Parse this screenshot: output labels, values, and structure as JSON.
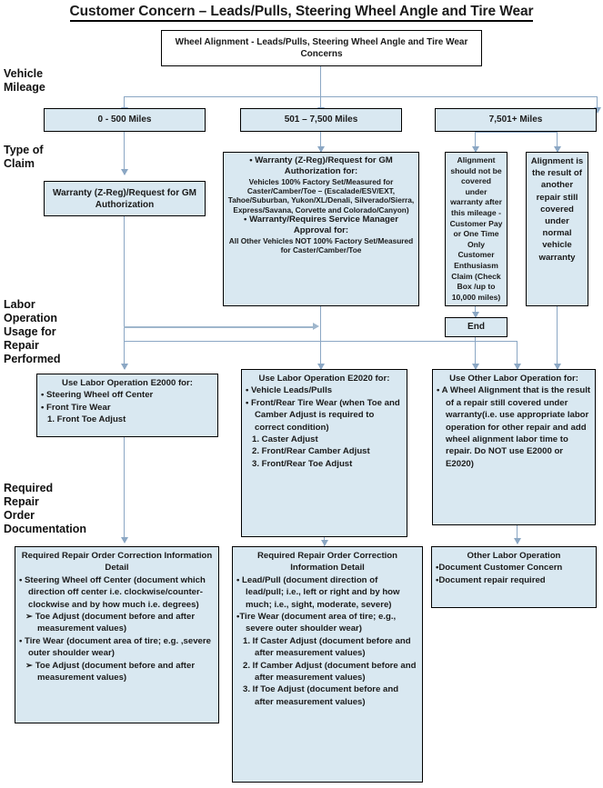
{
  "page": {
    "title": "Customer Concern – Leads/Pulls, Steering Wheel Angle and Tire Wear",
    "accent_box_fill": "#d9e8f1",
    "connector_color": "#8ba7c4"
  },
  "row_labels": {
    "vehicle_mileage": "Vehicle\nMileage",
    "type_of_claim": "Type of\nClaim",
    "labor_operation": "Labor\nOperation\nUsage for\nRepair\nPerformed",
    "required_documentation": "Required\nRepair\nOrder\nDocumentation"
  },
  "start_box": {
    "text": "Wheel Alignment - Leads/Pulls, Steering Wheel Angle and Tire Wear Concerns"
  },
  "mileage": {
    "low": "0 - 500 Miles",
    "mid": "501 – 7,500 Miles",
    "high": "7,501+ Miles"
  },
  "claim": {
    "low": "Warranty (Z-Reg)/Request for GM  Authorization",
    "mid": {
      "bullet1": "• Warranty (Z-Reg)/Request for GM Authorization for:",
      "detail1": "Vehicles 100% Factory Set/Measured for Caster/Camber/Toe – (Escalade/ESV/EXT, Tahoe/Suburban, Yukon/XL/Denali, Silverado/Sierra, Express/Savana,  Corvette and Colorado/Canyon)",
      "bullet2": "• Warranty/Requires Service Manager Approval for:",
      "detail2": "All Other Vehicles NOT 100% Factory Set/Measured for Caster/Camber/Toe"
    },
    "high_a": "Alignment should not be covered under warranty after this mileage - Customer Pay or  One Time Only Customer Enthusiasm Claim (Check Box /up to 10,000 miles)",
    "high_b": "Alignment is the result of another repair still covered under normal vehicle warranty",
    "end": "End"
  },
  "labor": {
    "e2000": {
      "heading": "Use Labor Operation E2000 for:",
      "items": [
        "• Steering Wheel off Center",
        "• Front Tire Wear",
        "1.    Front Toe Adjust"
      ]
    },
    "e2020": {
      "heading": "Use Labor Operation E2020 for:",
      "items": [
        "• Vehicle Leads/Pulls",
        "• Front/Rear Tire Wear (when Toe and Camber Adjust is required to correct condition)",
        "1.    Caster Adjust",
        "2.    Front/Rear Camber Adjust",
        "3.    Front/Rear Toe Adjust"
      ]
    },
    "other": {
      "heading": "Use Other Labor Operation for:",
      "items": [
        "• A Wheel Alignment that is the result of a repair still covered under warranty(i.e. use appropriate labor operation for other repair and add wheel alignment labor time to repair. Do NOT use E2000 or E2020)"
      ]
    }
  },
  "documentation": {
    "left": {
      "heading": "Required Repair Order Correction Information Detail",
      "items": [
        "•  Steering Wheel off Center (document which direction off center i.e. clockwise/counter-clockwise and by how much i.e. degrees)",
        "➢   Toe Adjust (document before and after measurement values)",
        "• Tire Wear (document area of tire; e.g. ,severe outer shoulder wear)",
        "➢   Toe Adjust (document before and after measurement values)"
      ]
    },
    "middle": {
      "heading": "Required Repair Order Correction Information Detail",
      "items": [
        "• Lead/Pull (document direction of lead/pull; i.e., left or right and by how much; i.e., sight, moderate, severe)",
        "•Tire Wear (document area of tire; e.g., severe outer shoulder wear)",
        "1.     If Caster Adjust (document before and after measurement values)",
        "2.     If Camber Adjust (document before and after measurement values)",
        "3.     If Toe Adjust (document before and after measurement values)"
      ]
    },
    "right": {
      "heading": "Other Labor Operation",
      "items": [
        "•Document Customer Concern",
        "•Document repair required"
      ]
    }
  }
}
